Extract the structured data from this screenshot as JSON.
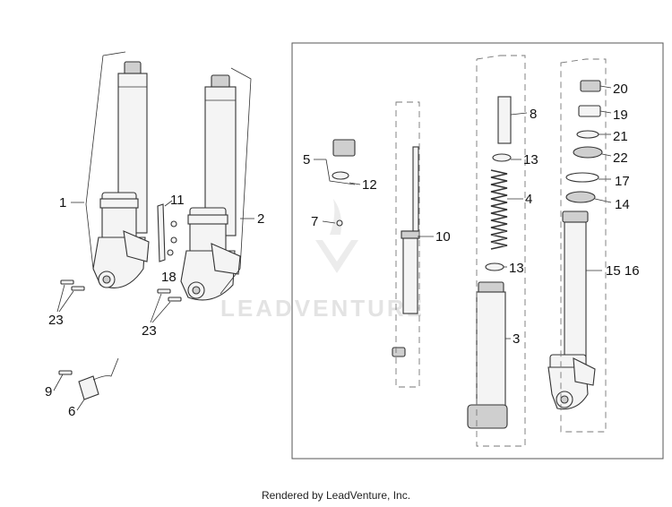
{
  "diagram": {
    "part_labels": {
      "p1": "1",
      "p2": "2",
      "p3": "3",
      "p4": "4",
      "p5": "5",
      "p6": "6",
      "p7": "7",
      "p8": "8",
      "p9": "9",
      "p10": "10",
      "p11": "11",
      "p12": "12",
      "p13a": "13",
      "p13b": "13",
      "p14": "14",
      "p15_16": "15 16",
      "p17": "17",
      "p18": "18",
      "p19": "19",
      "p20": "20",
      "p21": "21",
      "p22": "22",
      "p23a": "23",
      "p23b": "23"
    },
    "watermark_text": "LEADVENTURE"
  },
  "footer": {
    "credit": "Rendered by LeadVenture, Inc."
  }
}
